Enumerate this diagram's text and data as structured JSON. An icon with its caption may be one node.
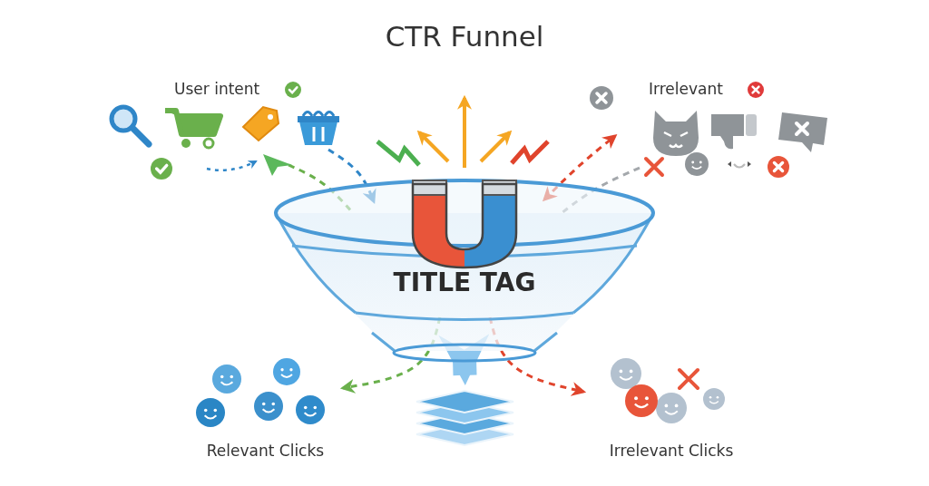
{
  "diagram": {
    "title": "CTR Funnel",
    "nodes": [
      {
        "text": [
          "TITLE TAG"
        ]
      },
      {
        "text": [
          "User intent"
        ]
      },
      {
        "text": [
          "Irrelevant"
        ]
      },
      {
        "text": [
          "Relevant Clicks"
        ]
      },
      {
        "text": [
          "Irrelevant Clicks"
        ]
      },
      {
        "text": [],
        "shape": "picture"
      }
    ],
    "edges": [
      {
        "from": 1,
        "to": 0,
        "arrow": "to",
        "style": "dashed",
        "color": "#2f86c8"
      },
      {
        "from": 1,
        "to": 0,
        "arrow": "none",
        "style": "dashed",
        "color": "#6ab04c"
      },
      {
        "from": 0,
        "to": 2,
        "arrow": "both",
        "style": "dashed",
        "color": "#e0442c"
      },
      {
        "from": 2,
        "to": 0,
        "arrow": "none",
        "style": "dashed",
        "color": "#a4a8ac"
      },
      {
        "from": 0,
        "to": 3,
        "arrow": "to",
        "style": "dashed",
        "color": "#6ab04c"
      },
      {
        "from": 0,
        "to": 4,
        "arrow": "to",
        "style": "dashed",
        "color": "#e0442c"
      },
      {
        "from": 0,
        "to": 5,
        "arrow": "to",
        "style": "thick",
        "color": "#8cc6ee"
      }
    ]
  }
}
